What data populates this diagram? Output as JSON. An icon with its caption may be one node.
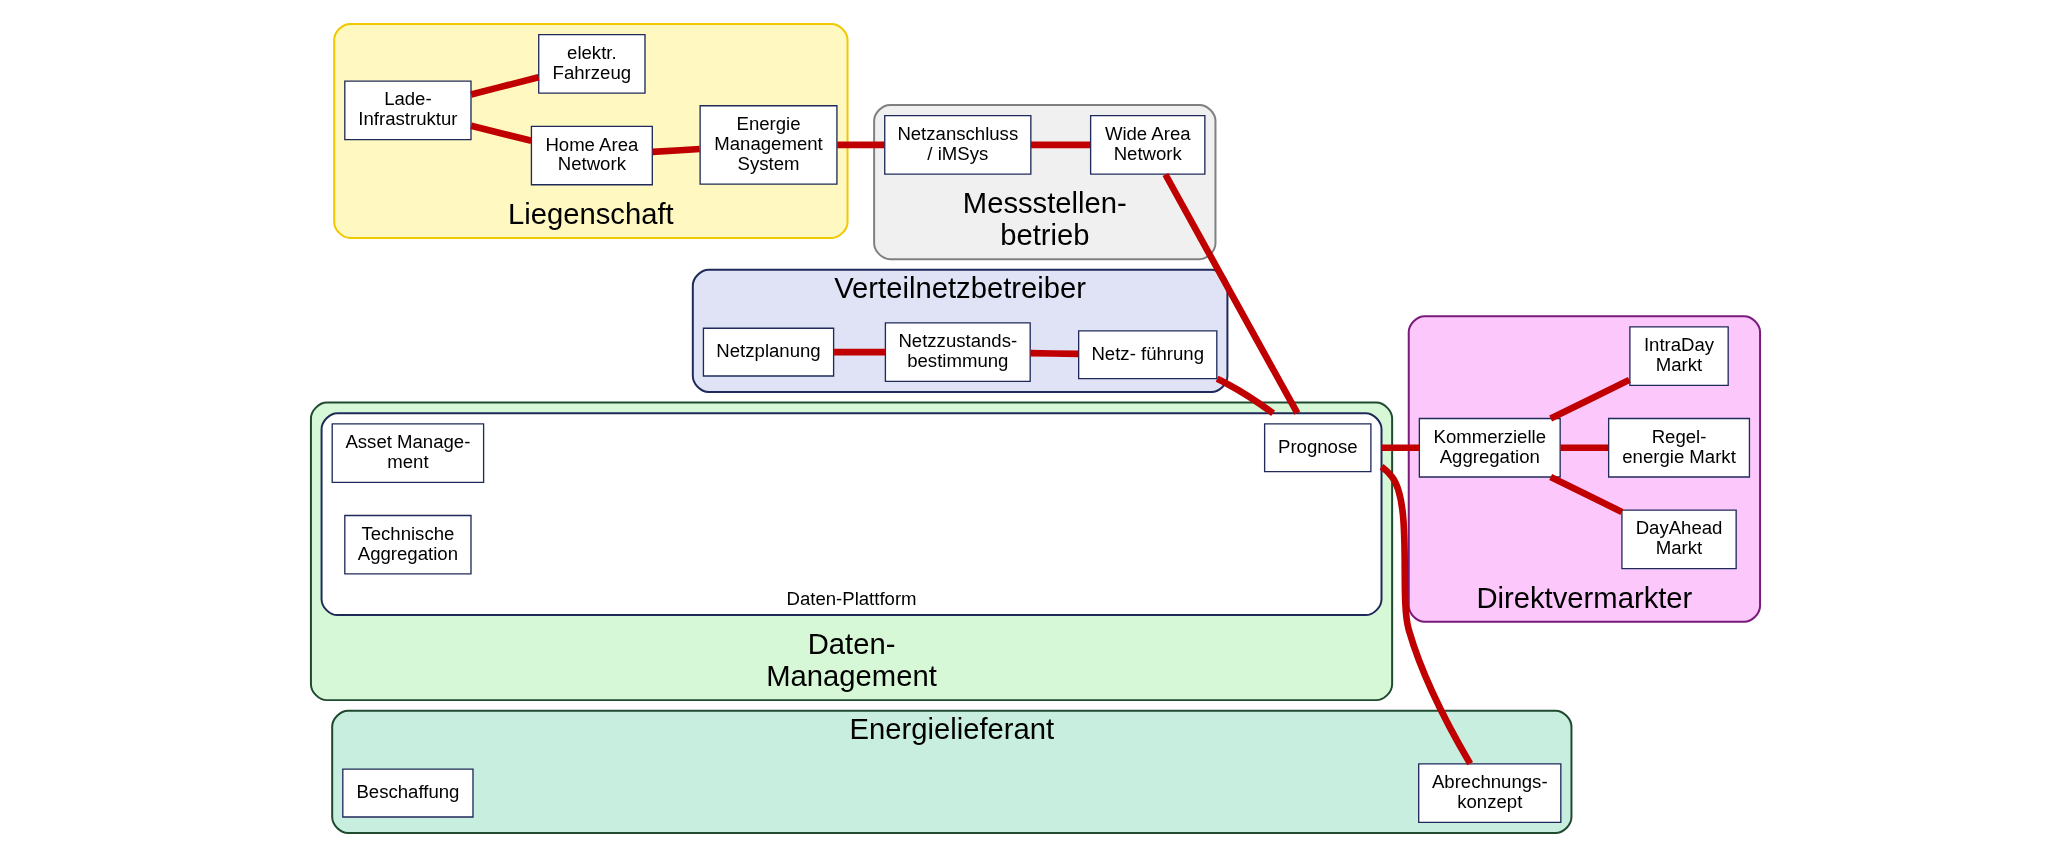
{
  "diagram": {
    "nodes": [
      {
        "text": [
          "Verteilnetzbetreiber"
        ]
      },
      {
        "text": [
          "Netzplanung"
        ],
        "in": 0
      },
      {
        "text": [
          "Netzzustands- bestimmung"
        ],
        "in": 0
      },
      {
        "text": [
          "Netz- führung"
        ],
        "in": 0
      },
      {
        "text": [
          "Energielieferant"
        ]
      },
      {
        "text": [
          "Abrechnungs- konzept"
        ],
        "in": 4
      },
      {
        "text": [
          "Beschaffung"
        ],
        "in": 4
      },
      {
        "text": [
          "Liegenschaft"
        ]
      },
      {
        "text": [
          "Lade- Infrastruktur"
        ],
        "in": 7
      },
      {
        "text": [
          "Home Area Network"
        ],
        "in": 7
      },
      {
        "text": [
          "Energie Management System"
        ],
        "in": 7
      },
      {
        "text": [
          "elektr. Fahrzeug"
        ],
        "in": 7
      },
      {
        "text": [
          "Messstellen- betrieb"
        ]
      },
      {
        "text": [
          "Netzanschluss / iMSys"
        ],
        "in": 12
      },
      {
        "text": [
          "Wide Area Network"
        ],
        "in": 12
      },
      {
        "text": [
          "Daten- Management"
        ]
      },
      {
        "text": [
          "Daten-Plattform"
        ],
        "in": 15
      },
      {
        "text": [
          "Prognose"
        ],
        "in": 16
      },
      {
        "text": [
          "Asset Manage- ment"
        ],
        "in": 16
      },
      {
        "text": [
          "Technische Aggregation"
        ],
        "in": 16
      },
      {
        "text": [
          "Direktvermarkter"
        ]
      },
      {
        "text": [
          "Kommerzielle Aggregation"
        ],
        "in": 20
      },
      {
        "text": [
          "DayAhead Markt"
        ],
        "in": 20
      },
      {
        "text": [
          "Regel- energie Markt"
        ],
        "in": 20
      },
      {
        "text": [
          "IntraDay Markt"
        ],
        "in": 20
      }
    ],
    "edges": [
      {
        "from": 1,
        "to": 2,
        "arrow": "none"
      },
      {
        "from": 2,
        "to": 3,
        "arrow": "none"
      },
      {
        "from": 3,
        "to": 16,
        "arrow": "none"
      },
      {
        "from": 16,
        "to": 5,
        "arrow": "none"
      },
      {
        "from": 8,
        "to": 9,
        "arrow": "none"
      },
      {
        "from": 9,
        "to": 10,
        "arrow": "none"
      },
      {
        "from": 10,
        "to": 13,
        "arrow": "none"
      },
      {
        "from": 13,
        "to": 14,
        "arrow": "none"
      },
      {
        "from": 14,
        "to": 16,
        "arrow": "none"
      },
      {
        "from": 8,
        "to": 11,
        "arrow": "none"
      },
      {
        "from": 16,
        "to": 21,
        "arrow": "none"
      },
      {
        "from": 21,
        "to": 22,
        "arrow": "none"
      },
      {
        "from": 21,
        "to": 23,
        "arrow": "none"
      },
      {
        "from": 21,
        "to": 24,
        "arrow": "none"
      }
    ]
  }
}
